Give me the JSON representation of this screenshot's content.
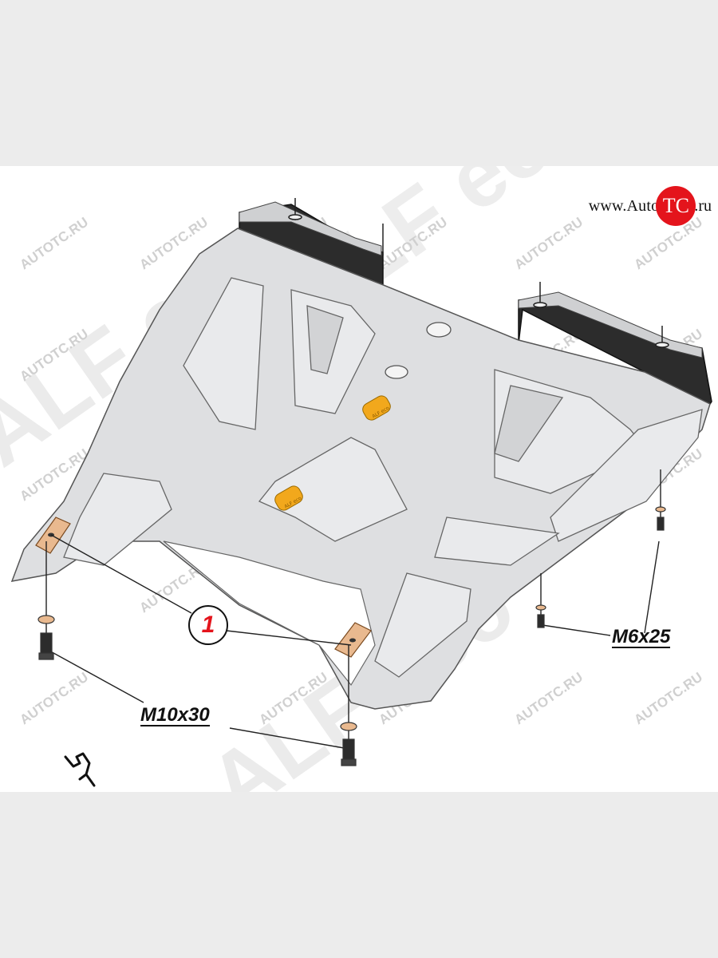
{
  "logo": {
    "prefix": "www.Auto",
    "circle_text": "TC",
    "suffix": ".ru"
  },
  "watermark": {
    "text": "AUTOTC.RU",
    "brand_text": "ALF eco"
  },
  "labels": {
    "part_number": "1",
    "bolt_rear": "M6x25",
    "bolt_front": "M10x30"
  },
  "plate_tag_text": "ALF eco",
  "colors": {
    "plate": "#dedfe1",
    "flange": "#2c2c2c",
    "bracket": "#e9b98f",
    "tag": "#f2a81c",
    "accent": "#e4141c"
  },
  "icons": {
    "tool": "wrench-icon"
  }
}
